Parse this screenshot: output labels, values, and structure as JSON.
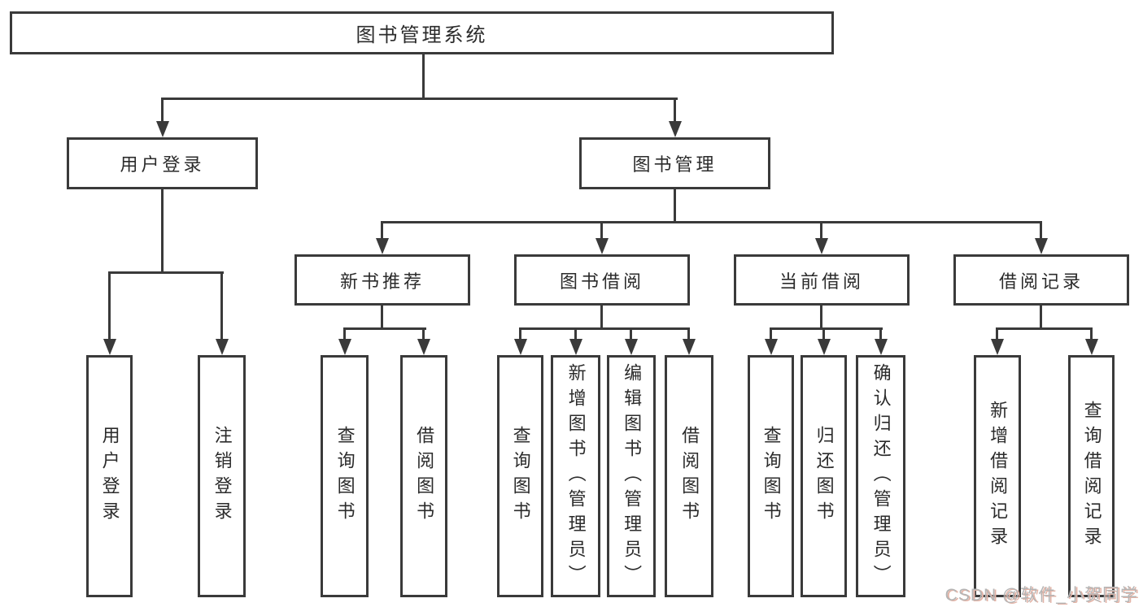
{
  "diagram": {
    "root": {
      "label": "图书管理系统"
    },
    "branches": [
      {
        "label": "用户登录",
        "leaves": [
          {
            "label": "用户登录"
          },
          {
            "label": "注销登录"
          }
        ]
      },
      {
        "label": "图书管理",
        "groups": [
          {
            "label": "新书推荐",
            "leaves": [
              {
                "label": "查询图书"
              },
              {
                "label": "借阅图书"
              }
            ]
          },
          {
            "label": "图书借阅",
            "leaves": [
              {
                "label": "查询图书"
              },
              {
                "label": "新增图书（管理员）"
              },
              {
                "label": "编辑图书（管理员）"
              },
              {
                "label": "借阅图书"
              }
            ]
          },
          {
            "label": "当前借阅",
            "leaves": [
              {
                "label": "查询图书"
              },
              {
                "label": "归还图书"
              },
              {
                "label": "确认归还（管理员）"
              }
            ]
          },
          {
            "label": "借阅记录",
            "leaves": [
              {
                "label": "新增借阅记录"
              },
              {
                "label": "查询借阅记录"
              }
            ]
          }
        ]
      }
    ]
  },
  "watermark": {
    "text": "CSDN @软件_小贺同学"
  },
  "colors": {
    "line": "#3a3a3a",
    "text": "#2b2b2b",
    "background": "#ffffff",
    "watermark_gray": "#b5b5b5",
    "watermark_shadow_red": "#e3b3a6"
  }
}
